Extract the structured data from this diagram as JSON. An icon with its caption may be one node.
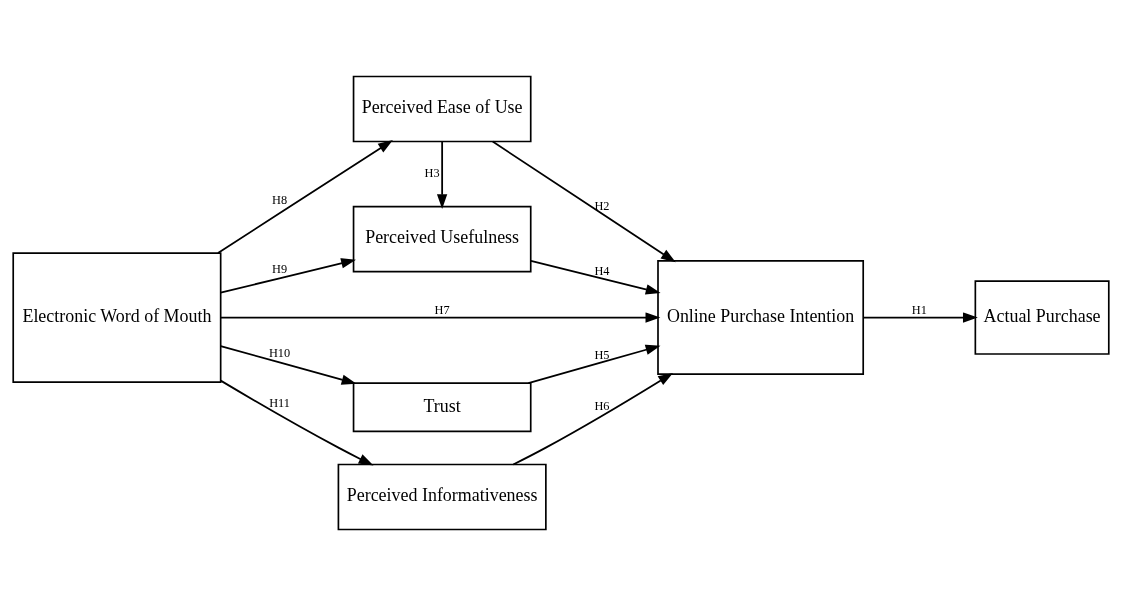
{
  "diagram": {
    "nodes": [
      {
        "text": [
          "Electronic Word of Mouth"
        ]
      },
      {
        "text": [
          "Perceived Usefulness"
        ]
      },
      {
        "text": [
          "Perceived Ease of Use"
        ]
      },
      {
        "text": [
          "Online Purchase Intention"
        ]
      },
      {
        "text": [
          "Actual Purchase"
        ]
      },
      {
        "text": [
          "Trust"
        ]
      },
      {
        "text": [
          "Perceived Informativeness"
        ]
      }
    ],
    "edges": [
      {
        "from": 0,
        "to": 1,
        "arrow": "to",
        "label": "H9"
      },
      {
        "from": 0,
        "to": 2,
        "arrow": "to",
        "label": "H8"
      },
      {
        "from": 2,
        "to": 1,
        "arrow": "to",
        "label": "H3"
      },
      {
        "from": 1,
        "to": 3,
        "arrow": "to",
        "label": "H4"
      },
      {
        "from": 2,
        "to": 3,
        "arrow": "to",
        "label": "H2"
      },
      {
        "from": 0,
        "to": 3,
        "arrow": "to",
        "label": "H7"
      },
      {
        "from": 3,
        "to": 4,
        "arrow": "to",
        "label": "H1"
      },
      {
        "from": 0,
        "to": 5,
        "arrow": "to",
        "label": "H10"
      },
      {
        "from": 5,
        "to": 3,
        "arrow": "to",
        "label": "H5"
      },
      {
        "from": 0,
        "to": 6,
        "arrow": "to",
        "label": "H11"
      },
      {
        "from": 6,
        "to": 3,
        "arrow": "to",
        "label": "H6"
      }
    ]
  }
}
